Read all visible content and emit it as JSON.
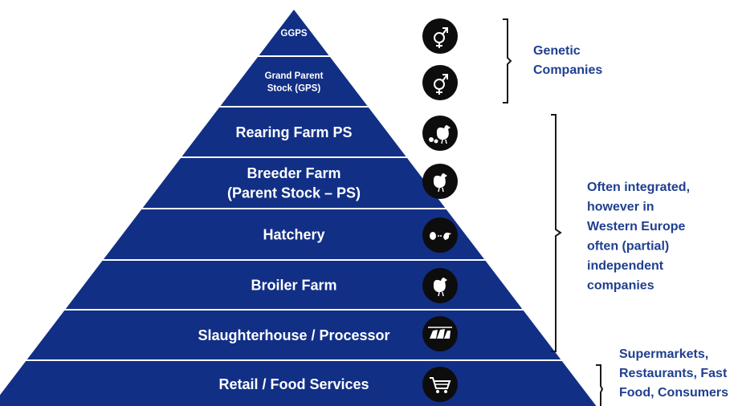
{
  "pyramid": {
    "fill": "#122f86",
    "divider": "#ffffff",
    "levels": [
      {
        "label_lines": [
          "GGPS"
        ],
        "icon": "gender-icon"
      },
      {
        "label_lines": [
          "Grand Parent",
          "Stock (GPS)"
        ],
        "icon": "gender-icon"
      },
      {
        "label_lines": [
          "Rearing Farm PS"
        ],
        "icon": "hen-and-chicks-icon"
      },
      {
        "label_lines": [
          "Breeder Farm",
          "(Parent Stock – PS)"
        ],
        "icon": "hen-icon"
      },
      {
        "label_lines": [
          "Hatchery"
        ],
        "icon": "egg-to-chick-icon"
      },
      {
        "label_lines": [
          "Broiler Farm"
        ],
        "icon": "hen-icon"
      },
      {
        "label_lines": [
          "Slaughterhouse / Processor"
        ],
        "icon": "processed-birds-icon"
      },
      {
        "label_lines": [
          "Retail / Food Services"
        ],
        "icon": "shopping-cart-icon"
      }
    ]
  },
  "groups": [
    {
      "label_lines": [
        "Genetic",
        "Companies"
      ]
    },
    {
      "label_lines": [
        "Often integrated,",
        "however in",
        "Western Europe",
        "often (partial)",
        "independent",
        "companies"
      ]
    },
    {
      "label_lines": [
        "Supermarkets,",
        "Restaurants, Fast",
        "Food, Consumers"
      ]
    }
  ],
  "colors": {
    "group_text": "#1f3f8f",
    "icon_bg": "#0d0d0d",
    "bracket": "#1a1a1a"
  }
}
